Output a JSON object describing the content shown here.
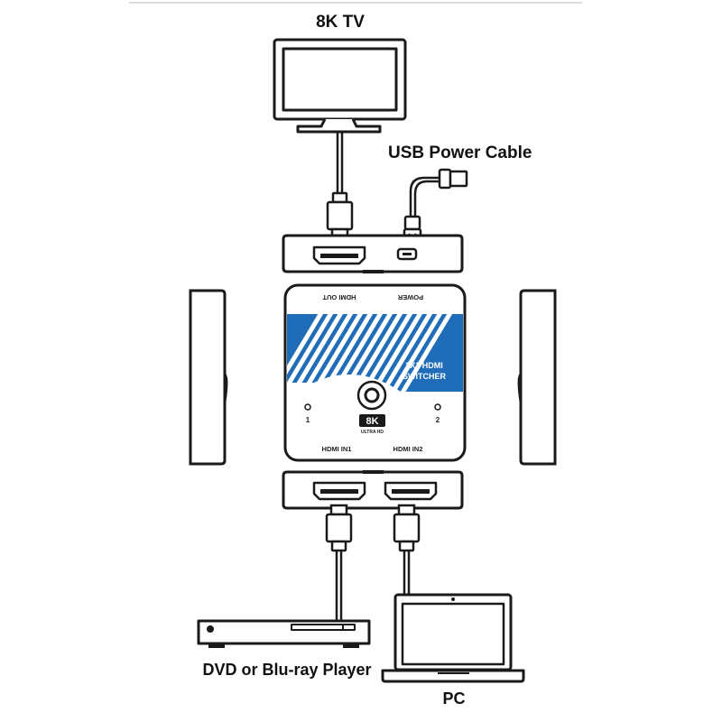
{
  "labels": {
    "tv": "8K TV",
    "usb_cable": "USB Power Cable",
    "dvd": "DVD or Blu-ray Player",
    "pc": "PC"
  },
  "switcher": {
    "hdmi_out": "HDMI OUT",
    "power": "POWER",
    "title_line1": "2X1 HDMI",
    "title_line2": "SWITCHER",
    "led1": "1",
    "led2": "2",
    "badge": "8K",
    "badge_sub": "ULTRA HD",
    "hdmi_in1": "HDMI IN1",
    "hdmi_in2": "HDMI IN2"
  },
  "colors": {
    "accent": "#1f6db8",
    "line": "#1a1a1a"
  }
}
